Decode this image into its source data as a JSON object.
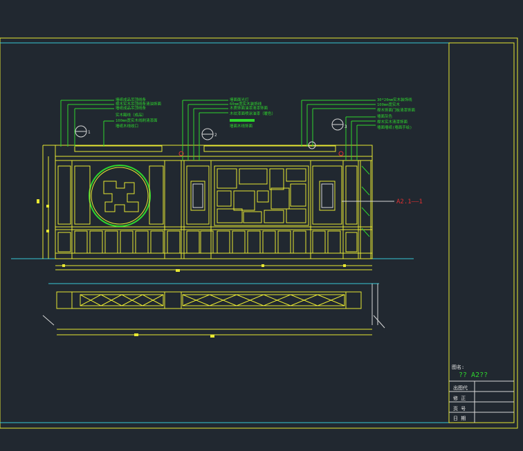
{
  "notes": {
    "left": [
      "墙纸成品吊顶线条",
      "榉木实木吊顶线条清油饰面",
      "墙纸成品吊顶线条",
      "实木踢线（成品）",
      "100mm宽实木线刷清漆面",
      "墙纸木线收口"
    ],
    "middle": [
      "墙面面光灯",
      "60mm宽实木装饰线",
      "木质饰面油漆清漆饰面",
      "木纹漆面喷涂油漆（暖色）",
      "",
      "墙面木线饰面"
    ],
    "right": [
      "30*20mm实木装饰线",
      "100mm宽实木",
      "榉木饰面门板清漆饰面",
      "墙面灰色",
      "榉木实木清漆饰面",
      "墙面墙纸(墙面手绘)"
    ]
  },
  "callouts": [
    "1",
    "2",
    "3"
  ],
  "section_ref": "A2.1——1",
  "title_block": {
    "drawing_name_label": "图名:",
    "drawing_name": "?? A2??",
    "rows": [
      "出图代",
      "修 正",
      "页 号",
      "日 期"
    ]
  },
  "colors": {
    "background": "#212830",
    "outline": "#e8e832",
    "annotation": "#2ed62e",
    "dimension": "#36c8d6",
    "section_marker": "#e03030"
  }
}
